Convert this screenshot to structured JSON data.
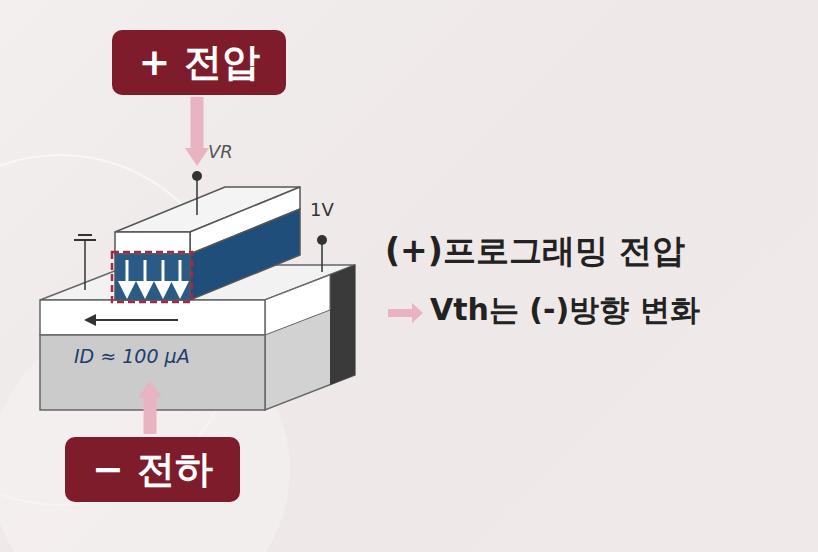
{
  "diagram": {
    "nodes": [
      {
        "text": [
          "+ 전압"
        ]
      },
      {
        "text": [
          "− 전하"
        ]
      }
    ],
    "labels": [
      "VR",
      "1V",
      "ID ≈ 100 μA",
      "(+)프로그래밍 전압",
      "Vth는 (-)방향 변화"
    ]
  }
}
